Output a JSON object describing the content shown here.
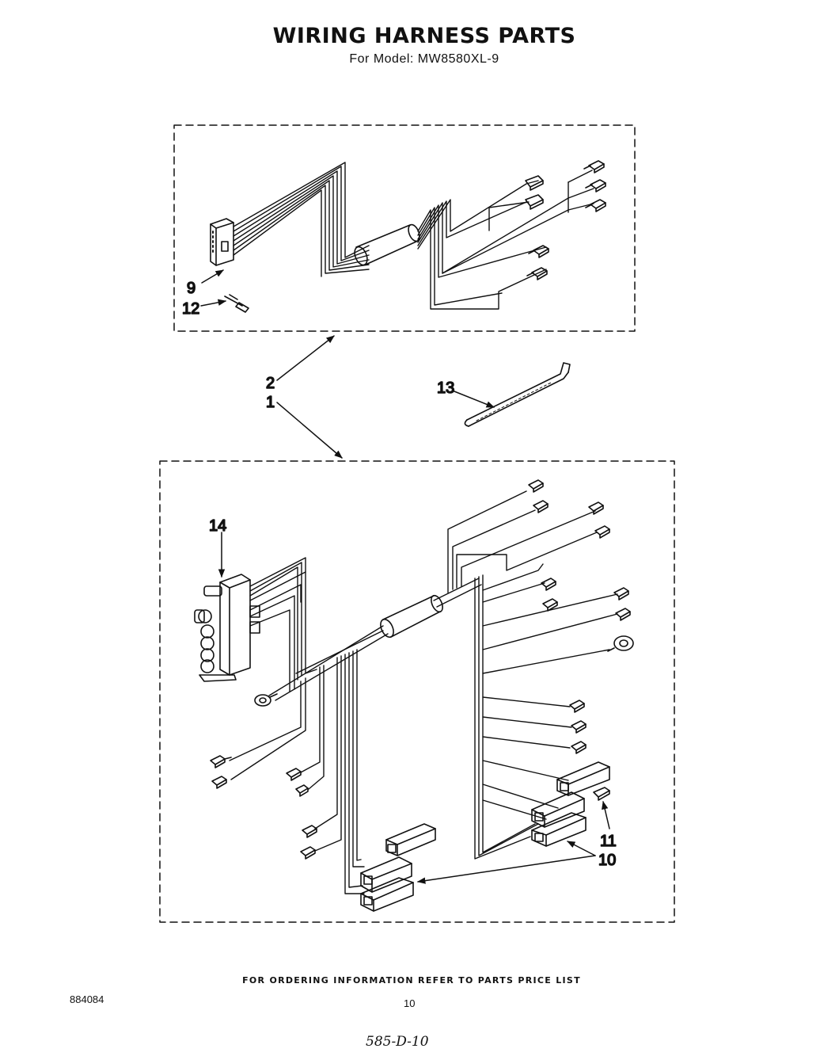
{
  "header": {
    "title": "WIRING HARNESS PARTS",
    "subtitle": "For Model: MW8580XL-9"
  },
  "callouts": {
    "c1": "1",
    "c2": "2",
    "c9": "9",
    "c10": "10",
    "c11": "11",
    "c12": "12",
    "c13": "13",
    "c14": "14"
  },
  "footer": {
    "notice": "FOR ORDERING INFORMATION REFER TO PARTS PRICE LIST",
    "doc_number": "884084",
    "page_number": "10",
    "handwritten_note": "585-D-10"
  }
}
